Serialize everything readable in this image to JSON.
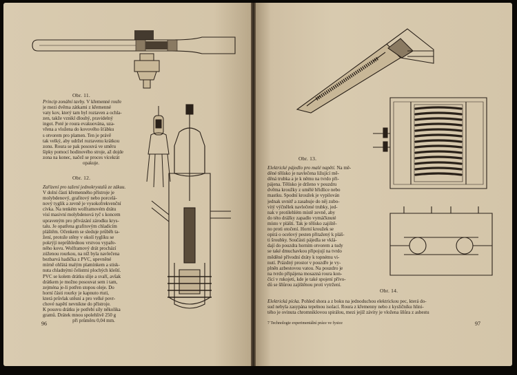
{
  "left_page": {
    "caption_fig11": "Obr. 11.",
    "caption_fig12": "Obr. 12.",
    "page_number": "96",
    "para1_title": "Princip zonální tavby.",
    "para1_lines": [
      " V křemenné rouře",
      "je mezi dvěma zátkami z křemenné",
      "vaty kov, který tam byl roztaven a ochla-",
      "zen, takže vznikl dlouhý, pravidelný",
      "ingot. Poté je roura evakuována, uza-",
      "vřena a vložena do kovového šťábku",
      "s otvorem pro plamen. Ten je právě",
      "tak velký, aby udržel roztavenu krátkou",
      "zonu. Roura se pak posouvá ve směru",
      "šipky pomocí hodinového stroje, až dojde",
      "zona na konec, načež se proces vícekrát",
      "opakuje."
    ],
    "para2_title": "Zařízení pro tažení jednokrystalů ze zákuu.",
    "para2_lines": [
      "V dolní části křemenného přístroje je",
      "molybdenový, grafitový nebo porcelá-",
      "nový tyglík a zevně je vysokofrekvenční",
      "cívka. Na tenkém wolframovém drátu",
      "visí masivní molybdenová tyč s koncem",
      "upraveným pro přivázání zárodku krys-",
      "talu. Je opatřena grafitovým chladicím",
      "pláštěm. Očenkem se sleduje průběh ta-",
      "žení, protože stěny v okolí tyglíku se",
      "pokrýjí neprůhlednou vrstvou vypaře-",
      "ného kovu. Wolframový drát prochází",
      "zúženou rourkou, na níž byla navlečena",
      "bezbarvá hadička z PVC, upevněné",
      "mírně ohřátá malým plamínkem a stisk-",
      "nuta chladnými čelistmi plochých kleští.",
      "PVC se kolem drátku slije a svaří, avšak",
      "drátkem je možno posouvat sem i tam,",
      "zejména je-li potřen stopou oleje. Do",
      "horní části rourky je kapnuto rtuti,",
      "která průvlak utěsní a pro velké povr-",
      "chové napětí nevnikne do přístroje.",
      "K posuvu drátku je potřebí síly několika",
      "gramů. Drátek mnou spolehlivě 250 g",
      "při průměru 0,04 mm."
    ]
  },
  "right_page": {
    "caption_fig13": "Obr. 13.",
    "caption_fig14": "Obr. 14.",
    "page_number": "97",
    "footer": "7 Technologie experimentální práce ve fysice",
    "para1_title": "Elektrické pájedlo pro malé napětí.",
    "para1_lines": [
      " Na mě-",
      "děné tělísko je navlečena ližující mě-",
      "děná trubka a je k němu na tvrdo při-",
      "pájena. Tělísko je drženo v pouzdru",
      "dvěma kroužky z umělé břidlice nebo",
      "mastku. Spodní kroužek je vypilován",
      "jednak uvnitř a zasahuje do něj zubo-",
      "vitý výčnělek navlečené trubky, jed-",
      "nak v protilehlém místě zevně, aby",
      "do této drážky zapadlo vymáčknuté",
      "místo v plášti. Tak je tělísko zajiště-",
      "no proti otočení. Horní kroužek se",
      "opírá o ocelový pesten přitažený k pláš-",
      "ti šroubky. Součásti pájedla se vklá-",
      "dají do pouzdra horním otvorem a tudy",
      "se také dmuchavkou připojují na tvrdo",
      "měděné přívodní dráty k topnému vi-",
      "nutí. Prázdný prostor v pouzdře je vy-",
      "plněn azbestovou vatou. Na pouzdro je",
      "na tvrdo připájena mosazná roura kon-",
      "čící v rukojeti, kde je také spojení přívo-",
      "dů se šňůrou zajištěnou proti vytržení."
    ],
    "para2_title": "Elektrická pícka.",
    "para2_lines": [
      " Pohled shora a z boku na jednoduchou elektrickou pec, která do-",
      "sud nebyla zasypána tepelnou isolací. Roura z křemenny nebo z kysličníku hlini-",
      "tého je ovinuta chromniklovou spirálou, mezi jejíž závity je vložena šňůra z asbestu"
    ]
  }
}
